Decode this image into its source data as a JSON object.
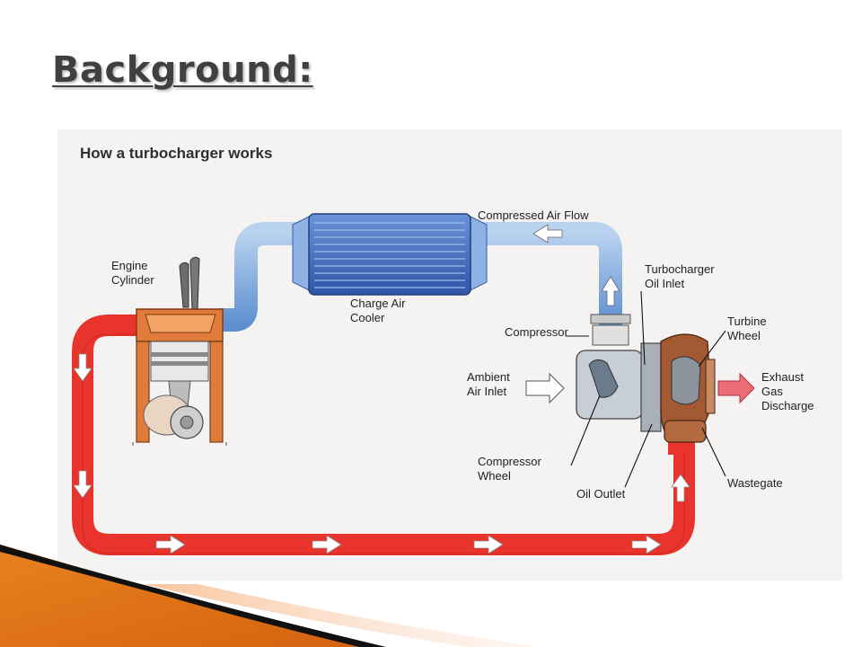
{
  "slide": {
    "title": "Background:"
  },
  "diagram": {
    "heading": "How a turbocharger works",
    "labels": {
      "engine_cylinder": [
        "Engine",
        "Cylinder"
      ],
      "compressed_air_flow": "Compressed Air Flow",
      "charge_air_cooler": [
        "Charge Air",
        "Cooler"
      ],
      "turbocharger_oil_inlet": [
        "Turbocharger",
        "Oil Inlet"
      ],
      "turbine_wheel": [
        "Turbine",
        "Wheel"
      ],
      "compressor": "Compressor",
      "ambient_air_inlet": [
        "Ambient",
        "Air Inlet"
      ],
      "exhaust_gas_discharge": [
        "Exhaust",
        "Gas",
        "Discharge"
      ],
      "compressor_wheel": [
        "Compressor",
        "Wheel"
      ],
      "oil_outlet": "Oil Outlet",
      "wastegate": "Wastegate"
    }
  },
  "colors": {
    "exhaust_pipe": "#e8342c",
    "air_pipe": "#6f9fd6",
    "cooler": "#4e78c4",
    "title": "#404040",
    "accent_orange": "#e27a1e"
  }
}
